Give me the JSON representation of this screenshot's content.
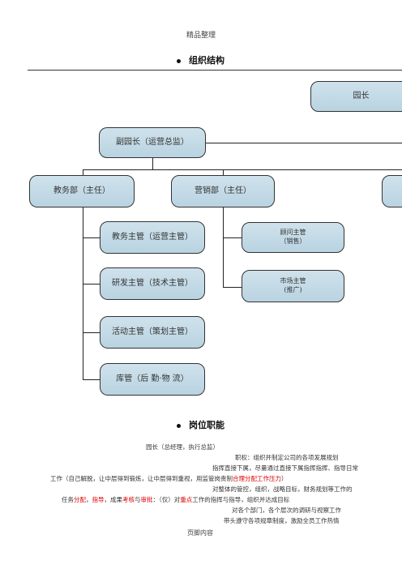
{
  "header": {
    "title": "精品整理"
  },
  "section1": {
    "title": "组织结构"
  },
  "org": {
    "director": "园长",
    "deputy": "副园长（运营总监）",
    "teaching_dept": "教务部（主任）",
    "marketing_dept": "营销部（主任）",
    "teaching_sub": [
      "教务主管（运营主管）",
      "研发主管（技术主管）",
      "活动主管（策划主管）",
      "库管（后 勤·物 流）"
    ],
    "marketing_sub": [
      {
        "l1": "顾问主管",
        "l2": "（销售）"
      },
      {
        "l1": "市场主管",
        "l2": "(推广)"
      }
    ]
  },
  "section2": {
    "title": "岗位职能"
  },
  "duties": {
    "role": "园长（总经理，执行总监）",
    "authority": "职权：组织并制定公司的各项发展规划",
    "l3a": "指挥直接下属，尽量通过直接下属指挥指挥、指导日常",
    "l4a": "工作（自己解脱，让中层得到锻炼，让中层得到重视，用监管岗责制",
    "l4b": "合理分配工作压力",
    "l4c": "）",
    "l5": "对整体的管控，组织，战略目标，财务规划等工作的",
    "l6a": "任务",
    "l6b": "分配",
    "l6c": "，",
    "l6d": "指导",
    "l6e": "，成果",
    "l6f": "考核",
    "l6g": "与",
    "l6h": "审批",
    "l6i": "：（仅）对",
    "l6j": "重点",
    "l6k": "工作的指挥与指导，组织并达成目标",
    "l7": "对各个部门，各个层次的调研与视察工作",
    "l8": "带头遵守各项规章制度，激励全员工作热情"
  },
  "footer": {
    "text": "页脚内容"
  }
}
